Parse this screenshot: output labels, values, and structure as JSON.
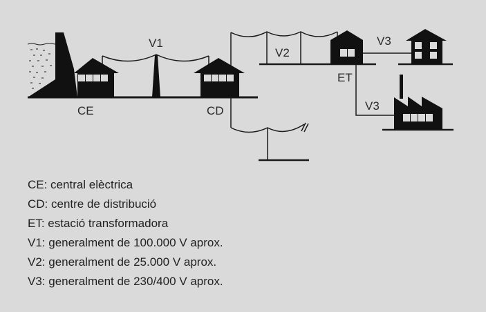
{
  "diagram": {
    "labels": {
      "ce": "CE",
      "cd": "CD",
      "et": "ET",
      "v1": "V1",
      "v2": "V2",
      "v3_house": "V3",
      "v3_factory": "V3"
    }
  },
  "legend": [
    "CE: central elèctrica",
    "CD: centre de distribució",
    "ET: estació transformadora",
    "V1: generalment de 100.000 V aprox.",
    "V2: generalment de 25.000 V aprox.",
    "V3: generalment de 230/400 V aprox."
  ]
}
